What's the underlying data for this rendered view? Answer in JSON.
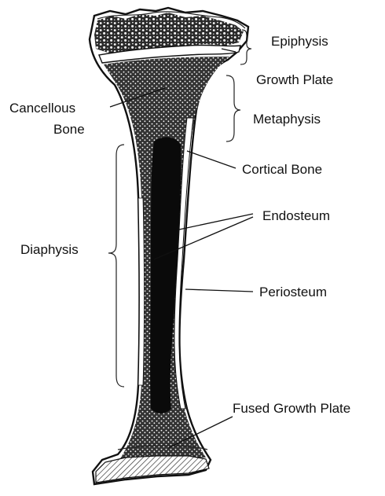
{
  "diagram": {
    "labels": {
      "epiphysis": "Epiphysis",
      "growth_plate": "Growth Plate",
      "metaphysis": "Metaphysis",
      "cancellous_line1": "Cancellous",
      "cancellous_line2": "Bone",
      "cortical_bone": "Cortical Bone",
      "endosteum": "Endosteum",
      "diaphysis": "Diaphysis",
      "periosteum": "Periosteum",
      "fused_growth_plate": "Fused Growth Plate"
    },
    "colors": {
      "ink": "#111111",
      "bone_fill": "#ffffff",
      "marrow": "#0a0a0a"
    }
  }
}
